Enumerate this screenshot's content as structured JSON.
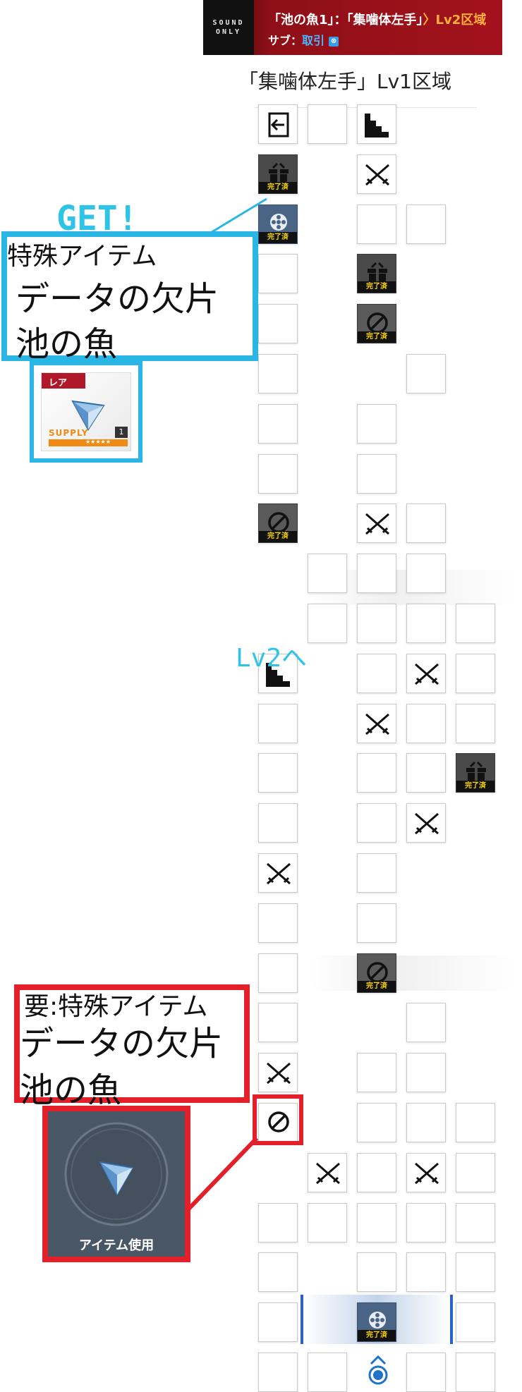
{
  "banner": {
    "sound_label": "SOUND ONLY",
    "line1_main": "「池の魚1」：「集噛体左手」",
    "line1_accent": "〉Lv2区域",
    "line2_main": "サブ：",
    "line2_accent": "取引",
    "line2_badge": "⊗"
  },
  "area_title": "「集噛体左手」Lv1区域",
  "status": {
    "done_label": "完了済"
  },
  "annotations": {
    "get_label": "GET!",
    "lv2_label": "Lv2へ",
    "obtained_item": {
      "line1": "特殊アイテム",
      "line2": "データの欠片",
      "line3": "池の魚"
    },
    "required_item": {
      "line1": "要:特殊アイテム",
      "line2": "データの欠片",
      "line3": "池の魚"
    }
  },
  "item_card": {
    "rarity": "レア",
    "supply_label": "SUPPLY",
    "count": "1",
    "stars": "★★★★★"
  },
  "item_use": {
    "label": "アイテム使用"
  },
  "colors": {
    "annotation_blue": "#29b6e4",
    "annotation_red": "#e3202a",
    "banner_red": "#a3121c",
    "accent_orange": "#ffb13b",
    "done_yellow": "#ffd800"
  },
  "grid": {
    "cells": [
      {
        "r": 0,
        "c": 0,
        "kind": "exit"
      },
      {
        "r": 0,
        "c": 1,
        "kind": "empty"
      },
      {
        "r": 0,
        "c": 2,
        "kind": "stairs"
      },
      {
        "r": 1,
        "c": 0,
        "kind": "gift",
        "done": true
      },
      {
        "r": 1,
        "c": 2,
        "kind": "battle"
      },
      {
        "r": 2,
        "c": 0,
        "kind": "film",
        "done": true
      },
      {
        "r": 2,
        "c": 2,
        "kind": "empty"
      },
      {
        "r": 2,
        "c": 3,
        "kind": "empty"
      },
      {
        "r": 3,
        "c": 0,
        "kind": "empty"
      },
      {
        "r": 3,
        "c": 2,
        "kind": "gift",
        "done": true
      },
      {
        "r": 4,
        "c": 0,
        "kind": "empty"
      },
      {
        "r": 4,
        "c": 2,
        "kind": "block",
        "done": true
      },
      {
        "r": 5,
        "c": 0,
        "kind": "empty"
      },
      {
        "r": 5,
        "c": 3,
        "kind": "empty"
      },
      {
        "r": 6,
        "c": 0,
        "kind": "empty"
      },
      {
        "r": 6,
        "c": 2,
        "kind": "empty"
      },
      {
        "r": 7,
        "c": 0,
        "kind": "empty"
      },
      {
        "r": 7,
        "c": 2,
        "kind": "empty"
      },
      {
        "r": 8,
        "c": 0,
        "kind": "block",
        "done": true
      },
      {
        "r": 8,
        "c": 2,
        "kind": "battle"
      },
      {
        "r": 8,
        "c": 3,
        "kind": "empty"
      },
      {
        "r": 9,
        "c": 1,
        "kind": "empty"
      },
      {
        "r": 9,
        "c": 2,
        "kind": "empty"
      },
      {
        "r": 9,
        "c": 3,
        "kind": "empty"
      },
      {
        "r": 10,
        "c": 1,
        "kind": "empty"
      },
      {
        "r": 10,
        "c": 2,
        "kind": "empty"
      },
      {
        "r": 10,
        "c": 3,
        "kind": "empty"
      },
      {
        "r": 10,
        "c": 4,
        "kind": "empty"
      },
      {
        "r": 11,
        "c": 0,
        "kind": "stairs"
      },
      {
        "r": 11,
        "c": 2,
        "kind": "empty"
      },
      {
        "r": 11,
        "c": 3,
        "kind": "battle"
      },
      {
        "r": 11,
        "c": 4,
        "kind": "empty"
      },
      {
        "r": 12,
        "c": 0,
        "kind": "empty"
      },
      {
        "r": 12,
        "c": 2,
        "kind": "battle"
      },
      {
        "r": 12,
        "c": 3,
        "kind": "empty"
      },
      {
        "r": 12,
        "c": 4,
        "kind": "empty"
      },
      {
        "r": 13,
        "c": 0,
        "kind": "empty"
      },
      {
        "r": 13,
        "c": 2,
        "kind": "empty"
      },
      {
        "r": 13,
        "c": 3,
        "kind": "empty"
      },
      {
        "r": 13,
        "c": 4,
        "kind": "gift",
        "done": true
      },
      {
        "r": 14,
        "c": 0,
        "kind": "empty"
      },
      {
        "r": 14,
        "c": 2,
        "kind": "empty"
      },
      {
        "r": 14,
        "c": 3,
        "kind": "battle"
      },
      {
        "r": 15,
        "c": 0,
        "kind": "battle"
      },
      {
        "r": 15,
        "c": 2,
        "kind": "empty"
      },
      {
        "r": 16,
        "c": 0,
        "kind": "empty"
      },
      {
        "r": 16,
        "c": 2,
        "kind": "empty"
      },
      {
        "r": 17,
        "c": 0,
        "kind": "empty"
      },
      {
        "r": 17,
        "c": 2,
        "kind": "block",
        "done": true
      },
      {
        "r": 18,
        "c": 0,
        "kind": "empty"
      },
      {
        "r": 18,
        "c": 3,
        "kind": "empty"
      },
      {
        "r": 19,
        "c": 0,
        "kind": "battle"
      },
      {
        "r": 19,
        "c": 2,
        "kind": "empty"
      },
      {
        "r": 19,
        "c": 3,
        "kind": "empty"
      },
      {
        "r": 20,
        "c": 0,
        "kind": "block"
      },
      {
        "r": 20,
        "c": 2,
        "kind": "empty"
      },
      {
        "r": 20,
        "c": 3,
        "kind": "empty"
      },
      {
        "r": 20,
        "c": 4,
        "kind": "empty"
      },
      {
        "r": 21,
        "c": 1,
        "kind": "battle"
      },
      {
        "r": 21,
        "c": 2,
        "kind": "empty"
      },
      {
        "r": 21,
        "c": 3,
        "kind": "battle"
      },
      {
        "r": 21,
        "c": 4,
        "kind": "empty"
      },
      {
        "r": 22,
        "c": 0,
        "kind": "empty"
      },
      {
        "r": 22,
        "c": 1,
        "kind": "empty"
      },
      {
        "r": 22,
        "c": 2,
        "kind": "empty"
      },
      {
        "r": 22,
        "c": 3,
        "kind": "empty"
      },
      {
        "r": 22,
        "c": 4,
        "kind": "empty"
      },
      {
        "r": 23,
        "c": 0,
        "kind": "empty"
      },
      {
        "r": 23,
        "c": 2,
        "kind": "empty"
      },
      {
        "r": 23,
        "c": 3,
        "kind": "empty"
      },
      {
        "r": 23,
        "c": 4,
        "kind": "empty"
      },
      {
        "r": 24,
        "c": 0,
        "kind": "empty"
      },
      {
        "r": 24,
        "c": 2,
        "kind": "film",
        "done": true
      },
      {
        "r": 24,
        "c": 4,
        "kind": "empty"
      },
      {
        "r": 25,
        "c": 0,
        "kind": "empty"
      },
      {
        "r": 25,
        "c": 1,
        "kind": "empty"
      },
      {
        "r": 25,
        "c": 3,
        "kind": "empty"
      },
      {
        "r": 25,
        "c": 4,
        "kind": "empty"
      }
    ]
  }
}
